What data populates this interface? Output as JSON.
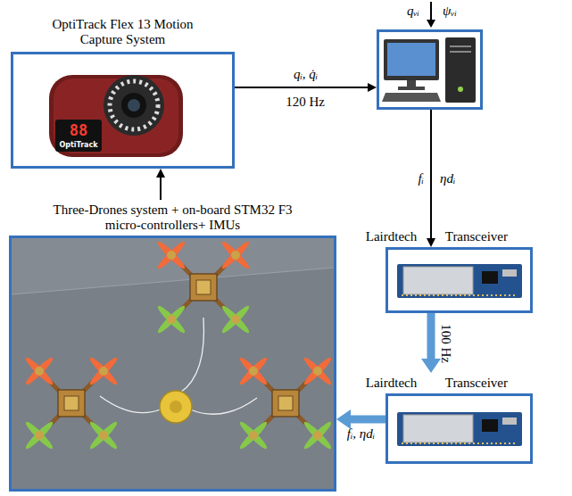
{
  "diagram": {
    "nodes": [
      {
        "text": [
          "OptiTrack Flex 13 Motion Capture System"
        ]
      },
      {
        "text": []
      },
      {
        "text": [
          "Lairdtech Transceiver"
        ]
      },
      {
        "text": [
          "Lairdtech Transceiver"
        ]
      },
      {
        "text": [
          "Three-Drones system + on-board STM32 F3 micro-controllers+ IMUs"
        ]
      }
    ],
    "edges": [
      {
        "from": 0,
        "to": 1,
        "arrow": "to",
        "label": "qᵢ, q̇ᵢ"
      },
      {
        "from": 1,
        "to": 2,
        "arrow": "to",
        "label": "fᵢ"
      },
      {
        "from": 2,
        "to": 3,
        "arrow": "to",
        "label": "100 Hz"
      },
      {
        "from": 3,
        "to": 4,
        "arrow": "to",
        "label": "fᵢ, ηdᵢ"
      },
      {
        "from": 4,
        "to": 0,
        "arrow": "to"
      }
    ],
    "labels": [
      "qᵥᵢ",
      "ψᵥᵢ",
      "120 Hz",
      "ηdᵢ",
      "88",
      "OptiTrack"
    ]
  }
}
